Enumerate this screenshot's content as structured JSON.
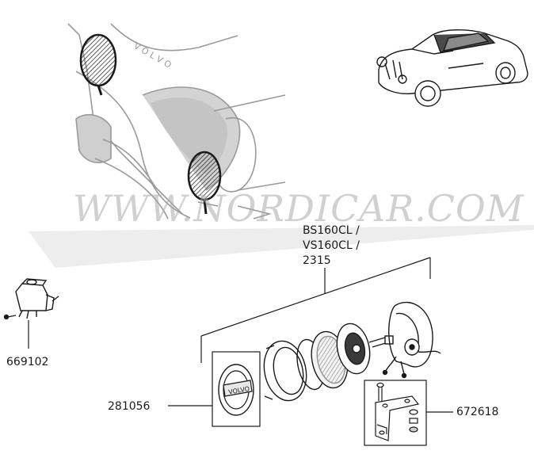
{
  "watermark": "WWW.NORDICAR.COM",
  "callouts": {
    "lamp_kit": [
      "BS160CL /",
      "VS160CL /",
      "2315"
    ],
    "relay": "669102",
    "emblem": "281056",
    "bracket": "672618"
  },
  "colors": {
    "line": "#1a1a1a",
    "shade": "#bdbdbd",
    "watermark": "#aaaaaa"
  },
  "icons": [
    "car-front-illustration",
    "car-side-illustration",
    "relay-icon",
    "lamp-exploded-view",
    "emblem-icon",
    "bracket-icon"
  ]
}
